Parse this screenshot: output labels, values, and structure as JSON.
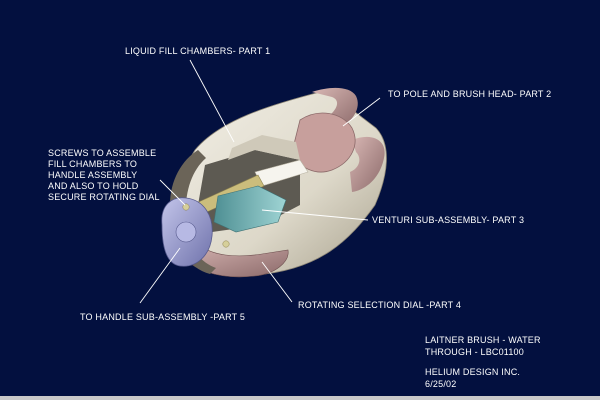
{
  "diagram": {
    "labels": {
      "part1": "LIQUID FILL CHAMBERS- PART 1",
      "part2": "TO POLE AND BRUSH HEAD- PART 2",
      "screws": "SCREWS TO ASSEMBLE\nFILL CHAMBERS TO\nHANDLE ASSEMBLY\nAND ALSO TO HOLD\nSECURE ROTATING DIAL",
      "part3": "VENTURI SUB-ASSEMBLY- PART 3",
      "part4": "ROTATING SELECTION DIAL -PART 4",
      "part5": "TO HANDLE SUB-ASSEMBLY -PART 5"
    },
    "title_block": {
      "title_line1": "LAITNER BRUSH - WATER",
      "title_line2": "THROUGH - LBC01100",
      "company": "HELIUM DESIGN INC.",
      "date": "6/25/02"
    }
  },
  "colors": {
    "background": "#03103f",
    "housing_light": "#e7e3d6",
    "housing_shadow": "#b7b1a0",
    "rose": "#b58f8f",
    "rose_dark": "#8c6a6a",
    "gold": "#cbbd7c",
    "teal": "#6fb0b2",
    "lilac": "#9c9fd2",
    "label_text": "#ffffff"
  }
}
